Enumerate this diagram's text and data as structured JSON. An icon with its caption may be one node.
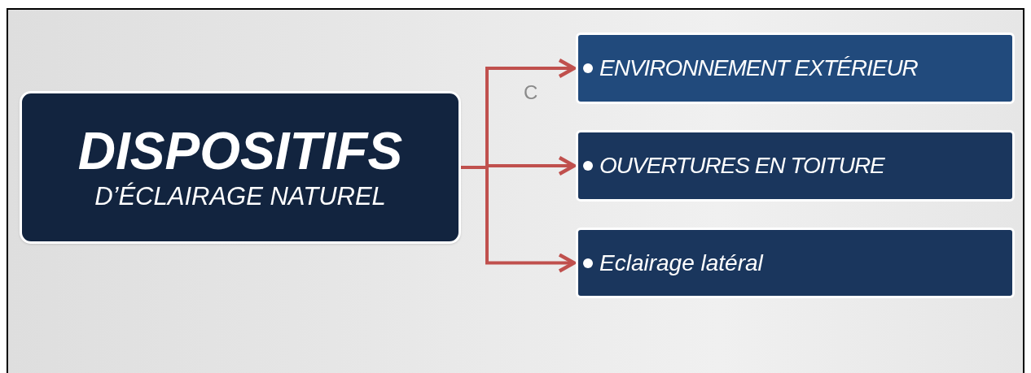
{
  "diagram": {
    "nodes": [
      {
        "text": [
          "DISPOSITIFS",
          "D’ÉCLAIRAGE NATUREL"
        ]
      },
      {
        "text": [
          "ENVIRONNEMENT EXTÉRIEUR"
        ]
      },
      {
        "text": [
          "OUVERTURES EN TOITURE"
        ]
      },
      {
        "text": [
          "Eclairage latéral"
        ]
      }
    ],
    "edges": [
      {
        "from": 0,
        "to": 1,
        "arrow": "to"
      },
      {
        "from": 0,
        "to": 2,
        "arrow": "to"
      },
      {
        "from": 0,
        "to": 3,
        "arrow": "to"
      }
    ],
    "labels": [
      "C"
    ]
  }
}
